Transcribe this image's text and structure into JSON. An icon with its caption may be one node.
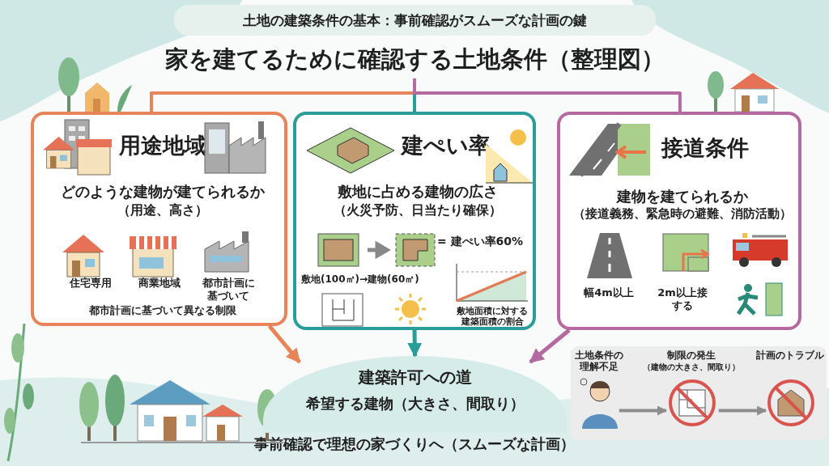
{
  "diagram": {
    "title": "家を建てるために確認する土地条件（整理図）",
    "caption": "事前確認で理想の家づくりへ（スムーズな計画）",
    "nodes": [
      {
        "text": [
          "用途地域",
          "どのような建物が建てられるか",
          "（用途、高さ）",
          "住宅専用",
          "商業地域",
          "都市計画に基づいて",
          "都市計画に基づいて異なる制限"
        ]
      },
      {
        "text": [
          "建ぺい率",
          "敷地に占める建物の広さ",
          "（火災予防、日当たり確保）",
          "= 建ぺい率60%",
          "敷地(100㎡)→建物(60㎡)",
          "敷地面積に対する建築面積の割合"
        ]
      },
      {
        "text": [
          "接道条件",
          "建物を建てられるか",
          "（接道義務、緊急時の避難、消防活動）",
          "幅4m以上",
          "2m以上接する"
        ]
      },
      {
        "text": [
          "建築許可への道",
          "希望する建物（大きさ、間取り）"
        ]
      },
      {
        "text": [],
        "shape": "box"
      },
      {
        "text": [
          "土地条件の理解不足"
        ],
        "in": 4
      },
      {
        "text": [
          "制限の発生",
          "（建物の大きさ、間取り）"
        ],
        "in": 4
      },
      {
        "text": [
          "計画のトラブル"
        ],
        "in": 4
      }
    ],
    "edges": [
      {
        "from": 0,
        "to": 3,
        "arrow": "to",
        "color": "#e8845a"
      },
      {
        "from": 1,
        "to": 3,
        "arrow": "to",
        "color": "#2a9d98"
      },
      {
        "from": 2,
        "to": 3,
        "arrow": "to",
        "color": "#b46aa0"
      },
      {
        "from": 5,
        "to": 6,
        "arrow": "to",
        "color": "#8c8c8c"
      },
      {
        "from": 6,
        "to": 7,
        "arrow": "to",
        "color": "#8c8c8c"
      },
      {
        "from": null,
        "to": 0,
        "arrow": "none",
        "color": "#e8845a"
      },
      {
        "from": null,
        "to": 1,
        "arrow": "none",
        "color": "#2a9d98"
      },
      {
        "from": null,
        "to": 2,
        "arrow": "none",
        "color": "#b46aa0"
      }
    ],
    "labels": [
      "土地の建築条件の基本：事前確認がスムーズな計画の鍵"
    ]
  }
}
